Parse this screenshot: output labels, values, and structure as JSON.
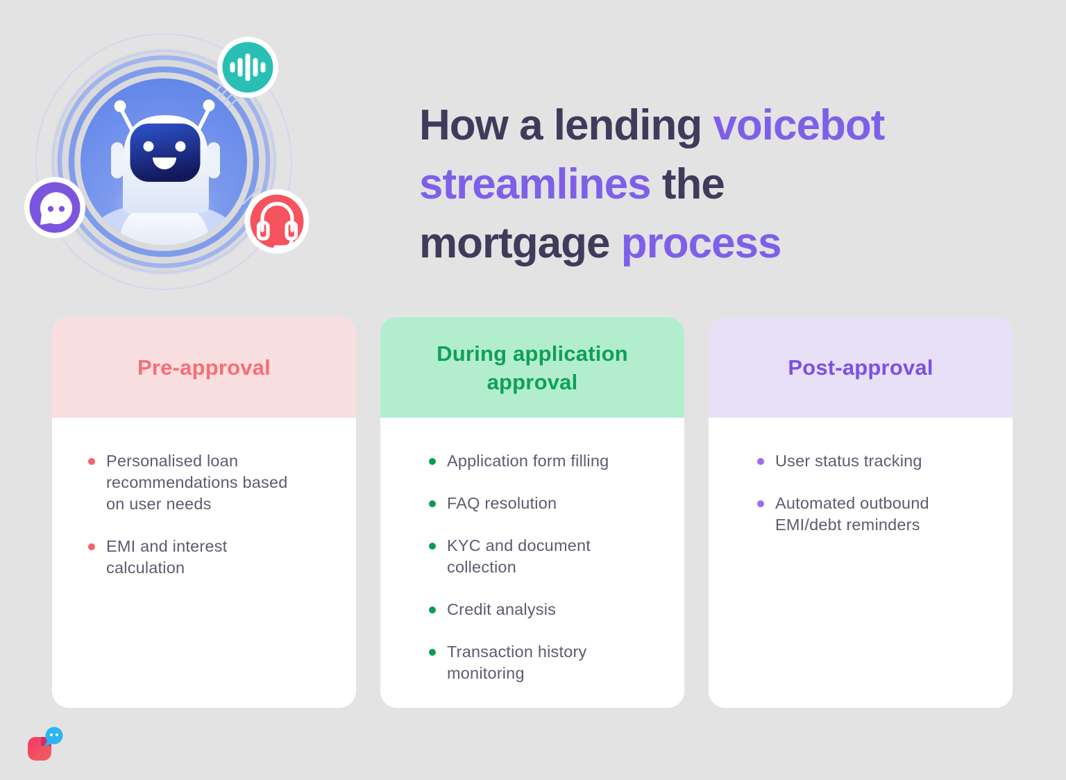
{
  "page": {
    "background": "#E4E3E4"
  },
  "title": {
    "lines": [
      {
        "segments": [
          {
            "text": "How a lending ",
            "tone": "dark"
          },
          {
            "text": "voicebot",
            "tone": "accent"
          }
        ]
      },
      {
        "segments": [
          {
            "text": "streamlines",
            "tone": "accent"
          },
          {
            "text": " the",
            "tone": "dark"
          }
        ]
      },
      {
        "segments": [
          {
            "text": "mortgage ",
            "tone": "dark"
          },
          {
            "text": "process",
            "tone": "accent"
          }
        ]
      }
    ],
    "colors": {
      "dark": "#413A5A",
      "accent": "#7E60E8"
    }
  },
  "illustration": {
    "subject": "smiling robot voicebot inside concentric rings",
    "icons": [
      {
        "name": "voice-wave-icon",
        "badge_color": "#29BFB5"
      },
      {
        "name": "chat-bubble-icon",
        "badge_color": "#7C55DE"
      },
      {
        "name": "headset-icon",
        "badge_color": "#F5535E"
      }
    ],
    "colors": {
      "center_circle": "#6288E9",
      "rings": "#7E9CEB",
      "disc": "#DBDADB",
      "robot_face": "#1B2A80"
    }
  },
  "cards": [
    {
      "id": "pre-approval",
      "header": {
        "label": "Pre-approval",
        "text_color": "#F76E76",
        "bg": "#FADFE0"
      },
      "bullet_color": "#F4626C",
      "items": [
        "Personalised loan\nrecommendations based\non user needs",
        "EMI and interest\ncalculation"
      ]
    },
    {
      "id": "during-application-approval",
      "header": {
        "label": "During application approval",
        "text_color": "#0FA058",
        "bg": "#B2EECE"
      },
      "bullet_color": "#0C9C54",
      "items": [
        "Application form filling",
        "FAQ resolution",
        "KYC and document\ncollection",
        "Credit analysis",
        "Transaction history\nmonitoring"
      ]
    },
    {
      "id": "post-approval",
      "header": {
        "label": "Post-approval",
        "text_color": "#7C50E4",
        "bg": "#E7E0F6"
      },
      "bullet_color": "#9A6DF0",
      "items": [
        "User status tracking",
        "Automated outbound\nEMI/debt reminders"
      ]
    }
  ],
  "text_colors": {
    "body": "#5F5A70"
  },
  "logo": {
    "name": "brand-logo",
    "square_color": "#F23A68",
    "bubble_color": "#2CB5F4"
  }
}
